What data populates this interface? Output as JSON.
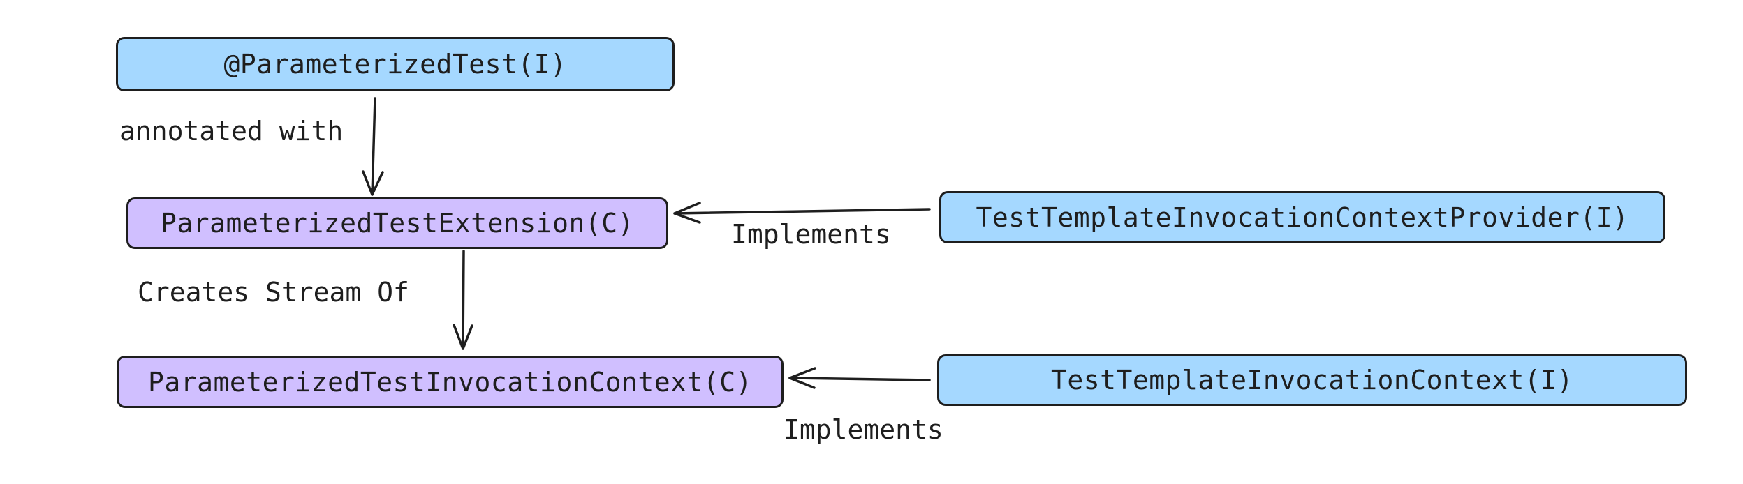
{
  "nodes": {
    "parameterized_test": "@ParameterizedTest(I)",
    "parameterized_test_extension": "ParameterizedTestExtension(C)",
    "context_provider": "TestTemplateInvocationContextProvider(I)",
    "parameterized_invocation_context": "ParameterizedTestInvocationContext(C)",
    "invocation_context": "TestTemplateInvocationContext(I)"
  },
  "edges": {
    "annotated_with": "annotated with",
    "creates_stream_of": "Creates Stream Of",
    "implements_provider": "Implements",
    "implements_context": "Implements"
  },
  "colors": {
    "interface_fill": "#a5d8ff",
    "class_fill": "#d0bfff",
    "stroke": "#1e1e1e"
  }
}
